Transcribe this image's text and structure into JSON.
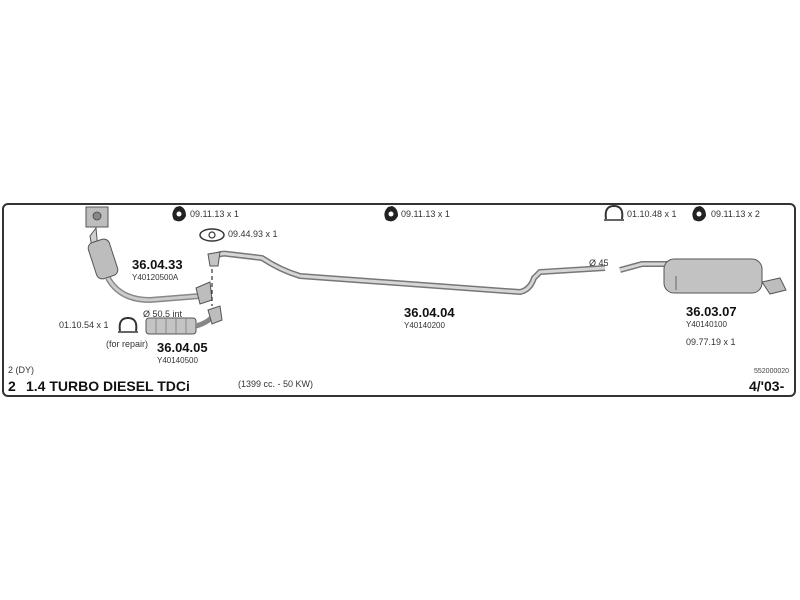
{
  "parts": [
    {
      "number": "36.04.33",
      "code": "Y40120500A"
    },
    {
      "number": "36.04.05",
      "code": "Y40140500"
    },
    {
      "number": "36.04.04",
      "code": "Y40140200"
    },
    {
      "number": "36.03.07",
      "code": "Y40140100"
    }
  ],
  "fittings": {
    "clamp_a": "09.11.13 x 1",
    "gasket": "09.44.93 x 1",
    "clamp_b": "09.11.13 x 1",
    "clamp_c": "01.10.48 x 1",
    "clamp_d": "09.11.13 x 2",
    "clamp_front": "01.10.54 x 1",
    "rear_extra": "09.77.19 x 1"
  },
  "labels": {
    "pipe_dia": "Ø 50.5 int",
    "rear_dia": "Ø 45",
    "repair": "(for repair)"
  },
  "footer": {
    "doc_code": "552000020",
    "variant": "2 (DY)",
    "doors": "2",
    "engine": "1.4 TURBO DIESEL TDCi",
    "spec": "(1399 cc. - 50 KW)",
    "date": "4/'03-"
  },
  "icons": [
    "rubber-hanger-icon",
    "gasket-icon",
    "ring-clamp-icon"
  ]
}
